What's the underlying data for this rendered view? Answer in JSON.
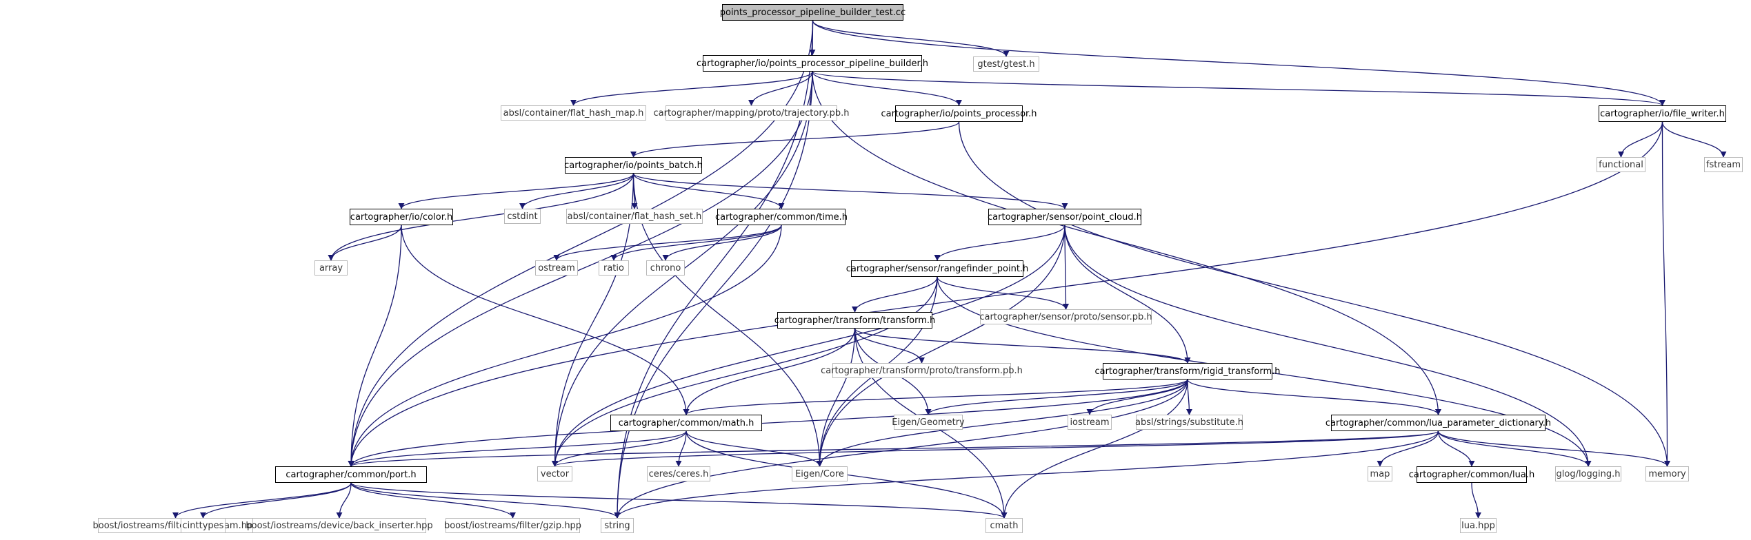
{
  "graph": {
    "colors": {
      "edge": "#191970",
      "internal_border": "#000000",
      "external_border": "#b8b8b8",
      "root_fill": "#bfbfbf"
    },
    "nodes": [
      {
        "id": "root",
        "label": "points_processor_pipeline_builder_test.cc",
        "kind": "root"
      },
      {
        "id": "gtest",
        "label": "gtest/gtest.h",
        "kind": "external"
      },
      {
        "id": "ppb",
        "label": "cartographer/io/points_processor_pipeline_builder.h",
        "kind": "internal"
      },
      {
        "id": "fhm",
        "label": "absl/container/flat_hash_map.h",
        "kind": "external"
      },
      {
        "id": "traj",
        "label": "cartographer/mapping/proto/trajectory.pb.h",
        "kind": "external"
      },
      {
        "id": "pp",
        "label": "cartographer/io/points_processor.h",
        "kind": "internal"
      },
      {
        "id": "fw",
        "label": "cartographer/io/file_writer.h",
        "kind": "internal"
      },
      {
        "id": "functional",
        "label": "functional",
        "kind": "external"
      },
      {
        "id": "fstream",
        "label": "fstream",
        "kind": "external"
      },
      {
        "id": "pb",
        "label": "cartographer/io/points_batch.h",
        "kind": "internal"
      },
      {
        "id": "color",
        "label": "cartographer/io/color.h",
        "kind": "internal"
      },
      {
        "id": "cstdint",
        "label": "cstdint",
        "kind": "external"
      },
      {
        "id": "fhs",
        "label": "absl/container/flat_hash_set.h",
        "kind": "external"
      },
      {
        "id": "time",
        "label": "cartographer/common/time.h",
        "kind": "internal"
      },
      {
        "id": "pc",
        "label": "cartographer/sensor/point_cloud.h",
        "kind": "internal"
      },
      {
        "id": "array",
        "label": "array",
        "kind": "external"
      },
      {
        "id": "ostream",
        "label": "ostream",
        "kind": "external"
      },
      {
        "id": "ratio",
        "label": "ratio",
        "kind": "external"
      },
      {
        "id": "chrono",
        "label": "chrono",
        "kind": "external"
      },
      {
        "id": "rfp",
        "label": "cartographer/sensor/rangefinder_point.h",
        "kind": "internal"
      },
      {
        "id": "sensorpb",
        "label": "cartographer/sensor/proto/sensor.pb.h",
        "kind": "external"
      },
      {
        "id": "tf",
        "label": "cartographer/transform/transform.h",
        "kind": "internal"
      },
      {
        "id": "tfpb",
        "label": "cartographer/transform/proto/transform.pb.h",
        "kind": "external"
      },
      {
        "id": "rt",
        "label": "cartographer/transform/rigid_transform.h",
        "kind": "internal"
      },
      {
        "id": "math",
        "label": "cartographer/common/math.h",
        "kind": "internal"
      },
      {
        "id": "geom",
        "label": "Eigen/Geometry",
        "kind": "external"
      },
      {
        "id": "iostream",
        "label": "iostream",
        "kind": "external"
      },
      {
        "id": "subst",
        "label": "absl/strings/substitute.h",
        "kind": "external"
      },
      {
        "id": "lpd",
        "label": "cartographer/common/lua_parameter_dictionary.h",
        "kind": "internal"
      },
      {
        "id": "port",
        "label": "cartographer/common/port.h",
        "kind": "internal"
      },
      {
        "id": "vector",
        "label": "vector",
        "kind": "external"
      },
      {
        "id": "ceres",
        "label": "ceres/ceres.h",
        "kind": "external"
      },
      {
        "id": "core",
        "label": "Eigen/Core",
        "kind": "external"
      },
      {
        "id": "map",
        "label": "map",
        "kind": "external"
      },
      {
        "id": "lua",
        "label": "cartographer/common/lua.h",
        "kind": "internal"
      },
      {
        "id": "glog",
        "label": "glog/logging.h",
        "kind": "external"
      },
      {
        "id": "memory",
        "label": "memory",
        "kind": "external"
      },
      {
        "id": "bfs",
        "label": "boost/iostreams/filtering_stream.hpp",
        "kind": "external"
      },
      {
        "id": "cinttypes",
        "label": "cinttypes",
        "kind": "external"
      },
      {
        "id": "bbi",
        "label": "boost/iostreams/device/back_inserter.hpp",
        "kind": "external"
      },
      {
        "id": "gzip",
        "label": "boost/iostreams/filter/gzip.hpp",
        "kind": "external"
      },
      {
        "id": "string",
        "label": "string",
        "kind": "external"
      },
      {
        "id": "cmath",
        "label": "cmath",
        "kind": "external"
      },
      {
        "id": "luahpp",
        "label": "lua.hpp",
        "kind": "external"
      }
    ],
    "edges": [
      [
        "root",
        "gtest"
      ],
      [
        "root",
        "ppb"
      ],
      [
        "root",
        "fw"
      ],
      [
        "root",
        "port"
      ],
      [
        "root",
        "string"
      ],
      [
        "ppb",
        "fhm"
      ],
      [
        "ppb",
        "traj"
      ],
      [
        "ppb",
        "pp"
      ],
      [
        "ppb",
        "fw"
      ],
      [
        "ppb",
        "lpd"
      ],
      [
        "ppb",
        "port"
      ],
      [
        "ppb",
        "vector"
      ],
      [
        "ppb",
        "string"
      ],
      [
        "pp",
        "pb"
      ],
      [
        "pp",
        "memory"
      ],
      [
        "fw",
        "functional"
      ],
      [
        "fw",
        "fstream"
      ],
      [
        "fw",
        "memory"
      ],
      [
        "fw",
        "port"
      ],
      [
        "pb",
        "array"
      ],
      [
        "pb",
        "color"
      ],
      [
        "pb",
        "cstdint"
      ],
      [
        "pb",
        "fhs"
      ],
      [
        "pb",
        "time"
      ],
      [
        "pb",
        "pc"
      ],
      [
        "pb",
        "vector"
      ],
      [
        "pb",
        "core"
      ],
      [
        "color",
        "array"
      ],
      [
        "color",
        "math"
      ],
      [
        "color",
        "port"
      ],
      [
        "time",
        "ostream"
      ],
      [
        "time",
        "ratio"
      ],
      [
        "time",
        "chrono"
      ],
      [
        "time",
        "port"
      ],
      [
        "pc",
        "rfp"
      ],
      [
        "pc",
        "sensorpb"
      ],
      [
        "pc",
        "rt"
      ],
      [
        "pc",
        "glog"
      ],
      [
        "pc",
        "vector"
      ],
      [
        "pc",
        "core"
      ],
      [
        "rfp",
        "tf"
      ],
      [
        "rfp",
        "sensorpb"
      ],
      [
        "rfp",
        "vector"
      ],
      [
        "rfp",
        "core"
      ],
      [
        "rfp",
        "glog"
      ],
      [
        "tf",
        "tfpb"
      ],
      [
        "tf",
        "rt"
      ],
      [
        "tf",
        "math"
      ],
      [
        "tf",
        "geom"
      ],
      [
        "tf",
        "core"
      ],
      [
        "tf",
        "cmath"
      ],
      [
        "rt",
        "geom"
      ],
      [
        "rt",
        "iostream"
      ],
      [
        "rt",
        "subst"
      ],
      [
        "rt",
        "lpd"
      ],
      [
        "rt",
        "math"
      ],
      [
        "rt",
        "port"
      ],
      [
        "rt",
        "core"
      ],
      [
        "rt",
        "string"
      ],
      [
        "rt",
        "cmath"
      ],
      [
        "math",
        "port"
      ],
      [
        "math",
        "vector"
      ],
      [
        "math",
        "ceres"
      ],
      [
        "math",
        "core"
      ],
      [
        "math",
        "cmath"
      ],
      [
        "lpd",
        "map"
      ],
      [
        "lpd",
        "lua"
      ],
      [
        "lpd",
        "glog"
      ],
      [
        "lpd",
        "memory"
      ],
      [
        "lpd",
        "port"
      ],
      [
        "lpd",
        "vector"
      ],
      [
        "lpd",
        "string"
      ],
      [
        "lua",
        "luahpp"
      ],
      [
        "port",
        "bfs"
      ],
      [
        "port",
        "cinttypes"
      ],
      [
        "port",
        "bbi"
      ],
      [
        "port",
        "gzip"
      ],
      [
        "port",
        "string"
      ],
      [
        "port",
        "cmath"
      ]
    ]
  }
}
